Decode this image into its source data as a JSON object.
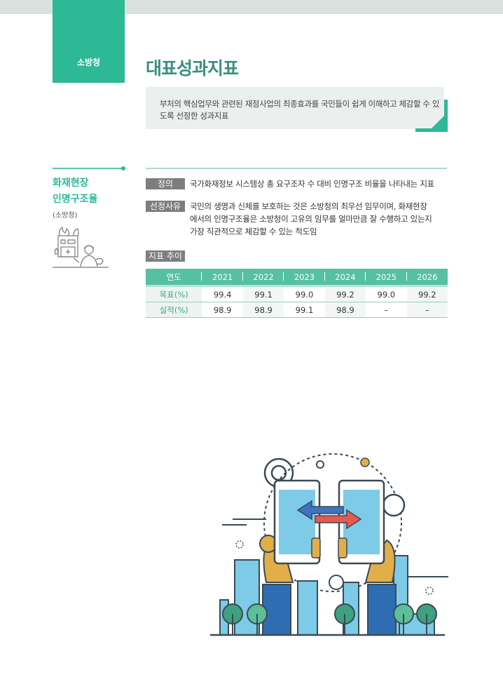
{
  "header": {
    "agency_tab": "소방청",
    "page_title": "대표성과지표",
    "intro": "부처의 핵심업무와 관련된 재정사업의 최종효과를 국민들이 쉽게 이해하고 체감할 수 있도록 선정한 성과지표"
  },
  "indicator": {
    "title_line1": "화재현장",
    "title_line2": "인명구조율",
    "agency": "(소방청)",
    "icon": "firefighter-building-fire-icon"
  },
  "definition": {
    "label": "정의",
    "text": "국가화재정보 시스템상 총 요구조자 수 대비 인명구조 비율을 나타내는 지표"
  },
  "reason": {
    "label": "선정사유",
    "lines": [
      "국민의 생명과 신체를 보호하는 것은 소방청의 최우선 임무이며, 화재현장",
      "에서의 인명구조율은 소방청이 고유의 임무를 얼마만큼 잘 수행하고 있는지",
      "가장 직관적으로 체감할 수 있는 척도임"
    ]
  },
  "trend": {
    "label": "지표 추이",
    "header": [
      "연도",
      "2021",
      "2022",
      "2023",
      "2024",
      "2025",
      "2026"
    ],
    "rows": [
      {
        "label": "목표(%)",
        "values": [
          "99.4",
          "99.1",
          "99.0",
          "99.2",
          "99.0",
          "99.2"
        ]
      },
      {
        "label": "실적(%)",
        "values": [
          "98.9",
          "98.9",
          "99.1",
          "98.9",
          "–",
          "–"
        ]
      }
    ]
  },
  "colors": {
    "accent": "#2db896",
    "title": "#3a8f80",
    "table_header": "#56c0a3",
    "label_bg": "#7b7d7e",
    "intro_bg": "#ebf0ef",
    "top_bar": "#d9e1df"
  },
  "illustration": {
    "icon": "hands-holding-tablets-city-illustration"
  }
}
